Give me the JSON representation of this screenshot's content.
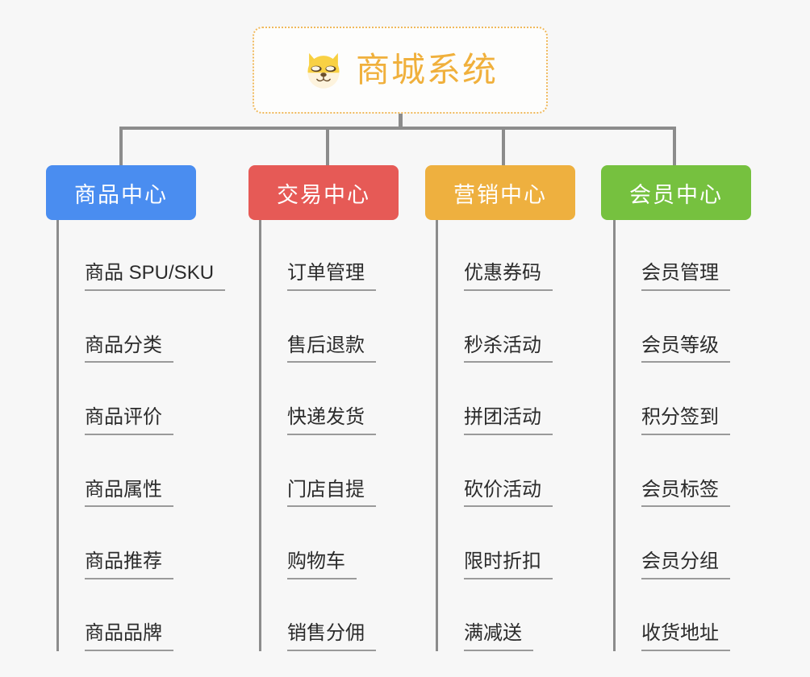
{
  "root": {
    "title": "商城系统",
    "icon": "shiba-dog-face-icon",
    "accent_color": "#f0b03c",
    "border_color": "#f0b95c"
  },
  "canvas": {
    "background_color": "#f7f7f7",
    "connector_color": "#8c8c8c"
  },
  "columns": [
    {
      "header": "商品中心",
      "color": "#4a8df0",
      "items": [
        "商品 SPU/SKU",
        "商品分类",
        "商品评价",
        "商品属性",
        "商品推荐",
        "商品品牌"
      ]
    },
    {
      "header": "交易中心",
      "color": "#e65a56",
      "items": [
        "订单管理",
        "售后退款",
        "快递发货",
        "门店自提",
        "购物车",
        "销售分佣"
      ]
    },
    {
      "header": "营销中心",
      "color": "#eeb03f",
      "items": [
        "优惠券码",
        "秒杀活动",
        "拼团活动",
        "砍价活动",
        "限时折扣",
        "满减送"
      ]
    },
    {
      "header": "会员中心",
      "color": "#76c13f",
      "items": [
        "会员管理",
        "会员等级",
        "积分签到",
        "会员标签",
        "会员分组",
        "收货地址"
      ]
    }
  ]
}
